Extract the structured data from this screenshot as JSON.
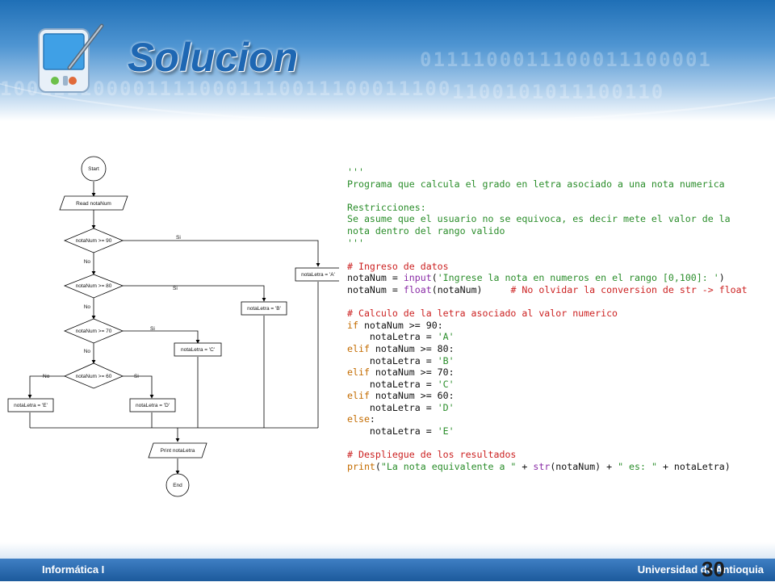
{
  "slide": {
    "title": "Solucion",
    "footer_left": "Informática I",
    "footer_right": "Universidad de Antioquia",
    "page_number": "30"
  },
  "flowchart": {
    "start": "Start",
    "read": "Read notaNum",
    "cond1": "notaNum >= 90",
    "cond2": "notaNum >= 80",
    "cond3": "notaNum >= 70",
    "cond4": "notaNum >= 60",
    "assign_a": "notaLetra = 'A'",
    "assign_b": "notaLetra = 'B'",
    "assign_c": "notaLetra = 'C'",
    "assign_d": "notaLetra = 'D'",
    "assign_e": "notaLetra = 'E'",
    "yes": "Si",
    "no": "No",
    "print": "Print notaLetra",
    "end": "End"
  },
  "code": {
    "lines": [
      [
        {
          "t": "'''",
          "c": "str"
        }
      ],
      [
        {
          "t": "Programa que calcula el grado en letra asociado a una nota numerica",
          "c": "str"
        }
      ],
      [],
      [
        {
          "t": "Restricciones:",
          "c": "str"
        }
      ],
      [
        {
          "t": "Se asume que el usuario no se equivoca, es decir mete el valor de la",
          "c": "str"
        }
      ],
      [
        {
          "t": "nota dentro del rango valido",
          "c": "str"
        }
      ],
      [
        {
          "t": "'''",
          "c": "str"
        }
      ],
      [],
      [
        {
          "t": "# Ingreso de datos",
          "c": "com"
        }
      ],
      [
        {
          "t": "notaNum = ",
          "c": "txt"
        },
        {
          "t": "input",
          "c": "fn"
        },
        {
          "t": "(",
          "c": "txt"
        },
        {
          "t": "'Ingrese la nota en numeros en el rango [0,100]: '",
          "c": "str"
        },
        {
          "t": ")",
          "c": "txt"
        }
      ],
      [
        {
          "t": "notaNum = ",
          "c": "txt"
        },
        {
          "t": "float",
          "c": "fn"
        },
        {
          "t": "(notaNum)     ",
          "c": "txt"
        },
        {
          "t": "# No olvidar la conversion de str -> float",
          "c": "com"
        }
      ],
      [],
      [
        {
          "t": "# Calculo de la letra asociado al valor numerico",
          "c": "com"
        }
      ],
      [
        {
          "t": "if",
          "c": "kw"
        },
        {
          "t": " notaNum >= 90:",
          "c": "txt"
        }
      ],
      [
        {
          "t": "    notaLetra = ",
          "c": "txt"
        },
        {
          "t": "'A'",
          "c": "str"
        }
      ],
      [
        {
          "t": "elif",
          "c": "kw"
        },
        {
          "t": " notaNum >= 80:",
          "c": "txt"
        }
      ],
      [
        {
          "t": "    notaLetra = ",
          "c": "txt"
        },
        {
          "t": "'B'",
          "c": "str"
        }
      ],
      [
        {
          "t": "elif",
          "c": "kw"
        },
        {
          "t": " notaNum >= 70:",
          "c": "txt"
        }
      ],
      [
        {
          "t": "    notaLetra = ",
          "c": "txt"
        },
        {
          "t": "'C'",
          "c": "str"
        }
      ],
      [
        {
          "t": "elif",
          "c": "kw"
        },
        {
          "t": " notaNum >= 60:",
          "c": "txt"
        }
      ],
      [
        {
          "t": "    notaLetra = ",
          "c": "txt"
        },
        {
          "t": "'D'",
          "c": "str"
        }
      ],
      [
        {
          "t": "else",
          "c": "kw"
        },
        {
          "t": ":",
          "c": "txt"
        }
      ],
      [
        {
          "t": "    notaLetra = ",
          "c": "txt"
        },
        {
          "t": "'E'",
          "c": "str"
        }
      ],
      [],
      [
        {
          "t": "# Despliegue de los resultados",
          "c": "com"
        }
      ],
      [
        {
          "t": "print",
          "c": "kw"
        },
        {
          "t": "(",
          "c": "txt"
        },
        {
          "t": "\"La nota equivalente a \"",
          "c": "str"
        },
        {
          "t": " + ",
          "c": "txt"
        },
        {
          "t": "str",
          "c": "fn"
        },
        {
          "t": "(notaNum) + ",
          "c": "txt"
        },
        {
          "t": "\" es: \"",
          "c": "str"
        },
        {
          "t": " + notaLetra)",
          "c": "txt"
        }
      ]
    ]
  },
  "colors": {
    "title": "#1e67b3",
    "string": "#2a8d2a",
    "comment": "#cc2222",
    "keyword": "#c46c00",
    "builtin": "#8a2ca6",
    "footer_bar": "#1c5a9c"
  },
  "icons": {
    "logo": "pda-with-pen-icon"
  }
}
